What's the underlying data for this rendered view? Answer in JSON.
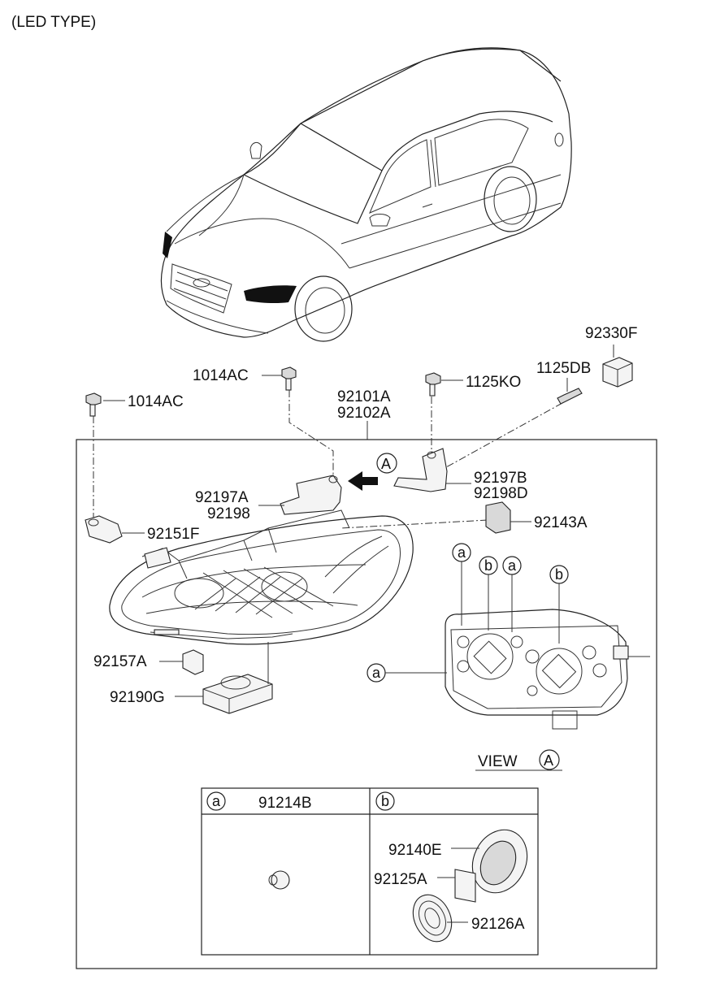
{
  "header": {
    "title": "(LED TYPE)"
  },
  "parts": {
    "p92330F": "92330F",
    "p1125DB": "1125DB",
    "p1014AC_top": "1014AC",
    "p1125KO": "1125KO",
    "p1014AC_left": "1014AC",
    "p92101A": "92101A",
    "p92102A": "92102A",
    "p92197B": "92197B",
    "p92198D": "92198D",
    "p92197A": "92197A",
    "p92198": "92198",
    "p92143A": "92143A",
    "p92151F": "92151F",
    "p92157A": "92157A",
    "p92190G": "92190G"
  },
  "callouts": {
    "a": "a",
    "b": "b",
    "A": "A"
  },
  "view": {
    "label": "VIEW"
  },
  "table": {
    "col_a_key": "a",
    "col_a_part": "91214B",
    "col_b_key": "b",
    "b_parts": [
      "92140E",
      "92125A",
      "92126A"
    ]
  }
}
